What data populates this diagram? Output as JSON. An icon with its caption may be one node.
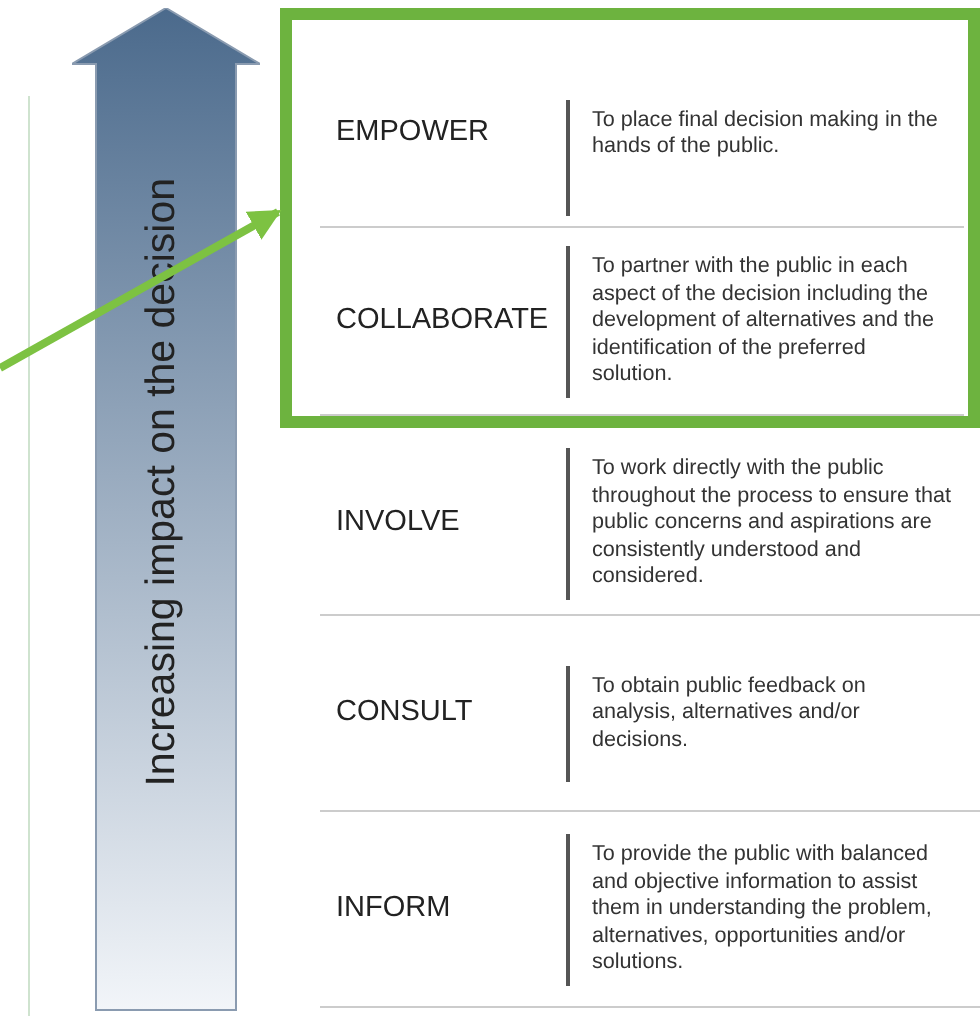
{
  "diagram": {
    "nodes": [
      {
        "text": [
          "Increasing impact on the decision"
        ]
      },
      {
        "text": [],
        "shape": "box"
      },
      {
        "text": [
          "EMPOWER",
          "To place final decision making in the hands of the public."
        ],
        "in": 1
      },
      {
        "text": [
          "COLLABORATE",
          "To partner with the public in each aspect of the decision including the development of alternatives and the identification of the preferred solution."
        ],
        "in": 1
      },
      {
        "text": [
          "INVOLVE",
          "To work directly with the public throughout the process to ensure that public concerns and aspirations are consistently understood and considered."
        ]
      },
      {
        "text": [
          "CONSULT",
          "To obtain public feedback on analysis, alternatives and/or decisions."
        ]
      },
      {
        "text": [
          "INFORM",
          "To provide the public with balanced and objective information to assist them in understanding the problem, alternatives, opportunities and/or solutions."
        ]
      }
    ],
    "edges": [
      {
        "from": null,
        "to": 1,
        "arrow": "to"
      }
    ]
  }
}
